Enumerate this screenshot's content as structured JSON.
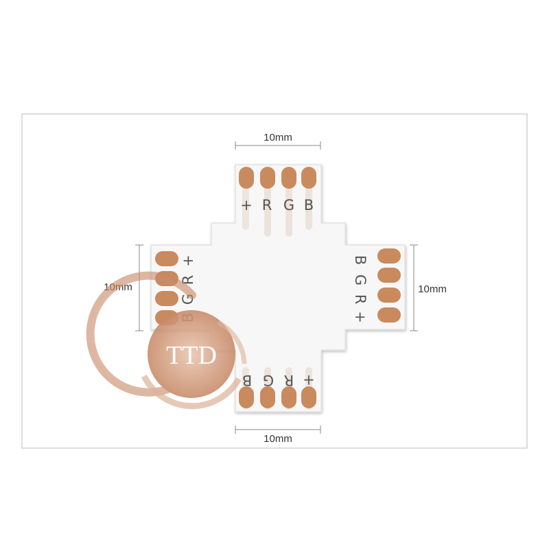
{
  "dimensions": {
    "top": "10mm",
    "left": "10mm",
    "right": "10mm",
    "bottom": "10mm"
  },
  "pad_labels": {
    "top": [
      "+",
      "R",
      "G",
      "B"
    ],
    "left": [
      "+",
      "R",
      "G",
      "B"
    ],
    "right": [
      "B",
      "G",
      "R",
      "+"
    ],
    "bottom": [
      "B",
      "G",
      "R",
      "+"
    ]
  },
  "watermark": {
    "text": "TTD"
  },
  "colors": {
    "board": "#f7f7f7",
    "board_edge": "#e2e2e2",
    "copper_pad": "#c98a5e",
    "copper_trace": "#ebe2da",
    "frame": "#bbbbbb",
    "logo": "#d4a285"
  }
}
